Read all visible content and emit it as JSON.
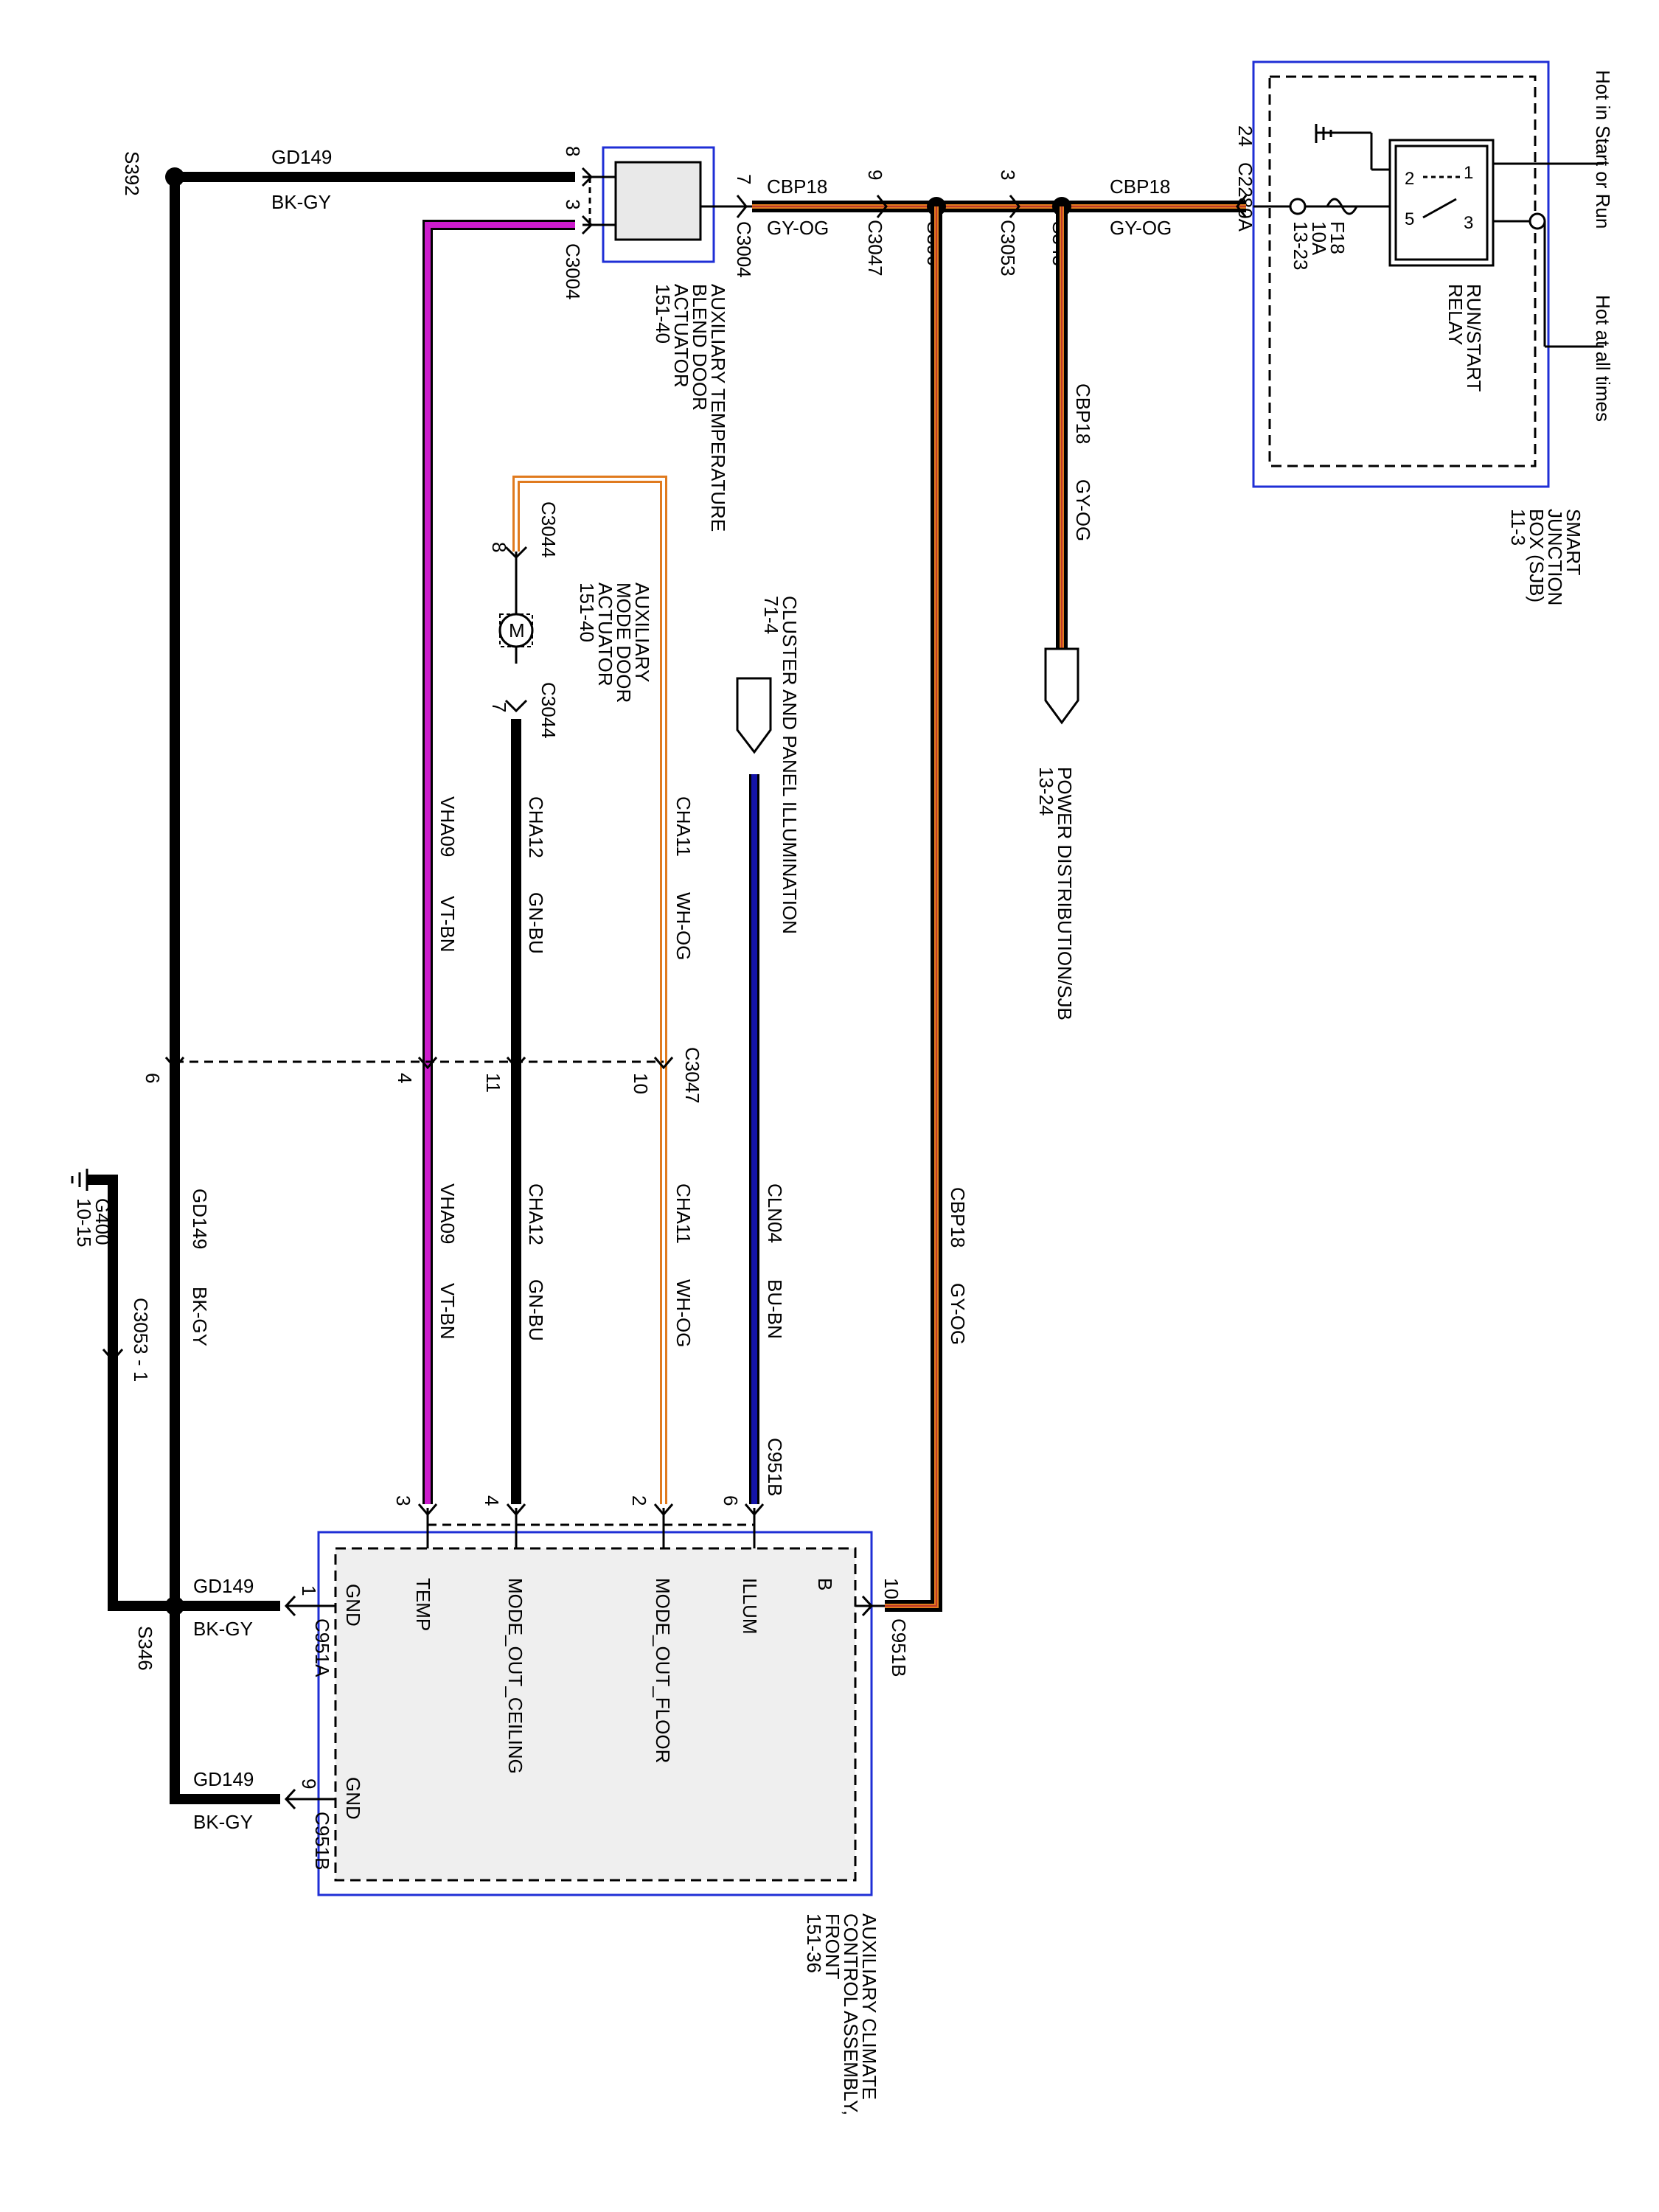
{
  "page": {
    "background": "#ffffff"
  },
  "colors": {
    "blue_border": "#1f2fd6",
    "wire_black": "#000000",
    "wire_violet": "#cc1ccc",
    "wire_orange": "#e07a1e",
    "wire_red": "#c0392b",
    "wire_blue": "#1414a8",
    "wire_white_orange": "#f2c48a"
  },
  "sjb": {
    "label_lines": [
      "SMART",
      "JUNCTION",
      "BOX (SJB)",
      "11-3"
    ],
    "hot_start_run": "Hot in Start or Run",
    "hot_all_times": "Hot at all times",
    "relay_label_lines": [
      "RUN/START",
      "RELAY"
    ],
    "relay_pins": [
      "1",
      "2",
      "3",
      "5"
    ],
    "fuse_lines": [
      "F18",
      "10A",
      "13-23"
    ],
    "connector": "C2280A",
    "pin": "24"
  },
  "blend_actuator": {
    "label_lines": [
      "AUXILIARY TEMPERATURE",
      "BLEND DOOR",
      "ACTUATOR",
      "151-40"
    ],
    "connector_top": "C3004",
    "connector_right": "C3004",
    "pin_top": "8",
    "pin_low": "3",
    "pin_right": "7"
  },
  "mode_actuator": {
    "label_lines": [
      "AUXILIARY",
      "MODE DOOR",
      "ACTUATOR",
      "151-40"
    ],
    "motor": "M",
    "connector_top": "C3044",
    "connector_bottom": "C3044",
    "pin_top": "8",
    "pin_bottom": "7"
  },
  "cluster": {
    "label": "CLUSTER AND PANEL ILLUMINATION",
    "ref": "71-4"
  },
  "power_dist": {
    "label": "POWER DISTRIBUTION/SJB",
    "ref": "13-24"
  },
  "splices": {
    "s392": "S392",
    "s396": "S396",
    "s343": "S343",
    "s346": "S346"
  },
  "connectors": {
    "c3047_a": "C3047",
    "c3047_pin": "9",
    "c3053_a": "C3053",
    "c3053_pin": "3",
    "c3047_row": "C3047",
    "row_pins": [
      "6",
      "4",
      "11",
      "10"
    ],
    "g400_lines": [
      "G400",
      "10-15"
    ],
    "c3053_ground": "C3053 - 1"
  },
  "wires": {
    "gd149": "GD149",
    "bk_gy": "BK-GY",
    "cbp18": "CBP18",
    "gy_og": "GY-OG",
    "vha09": "VHA09",
    "vt_bn": "VT-BN",
    "cha12": "CHA12",
    "gn_bu": "GN-BU",
    "cha11": "CHA11",
    "wh_og": "WH-OG",
    "cln04": "CLN04",
    "bu_bn": "BU-BN"
  },
  "module": {
    "label_lines": [
      "AUXILIARY CLIMATE",
      "CONTROL ASSEMBLY,",
      "FRONT",
      "151-36"
    ],
    "b_label": "B",
    "pins": [
      {
        "pin": "1",
        "signal": "GND",
        "connector": "C951A"
      },
      {
        "pin": "3",
        "signal": "TEMP",
        "connector": ""
      },
      {
        "pin": "4",
        "signal": "MODE_OUT_CEILING",
        "connector": ""
      },
      {
        "pin": "2",
        "signal": "MODE_OUT_FLOOR",
        "connector": ""
      },
      {
        "pin": "6",
        "signal": "ILLUM",
        "connector": "C951B"
      },
      {
        "pin": "10",
        "signal": "",
        "connector": "C951B"
      },
      {
        "pin": "9",
        "signal": "GND",
        "connector": "C951B"
      }
    ]
  }
}
